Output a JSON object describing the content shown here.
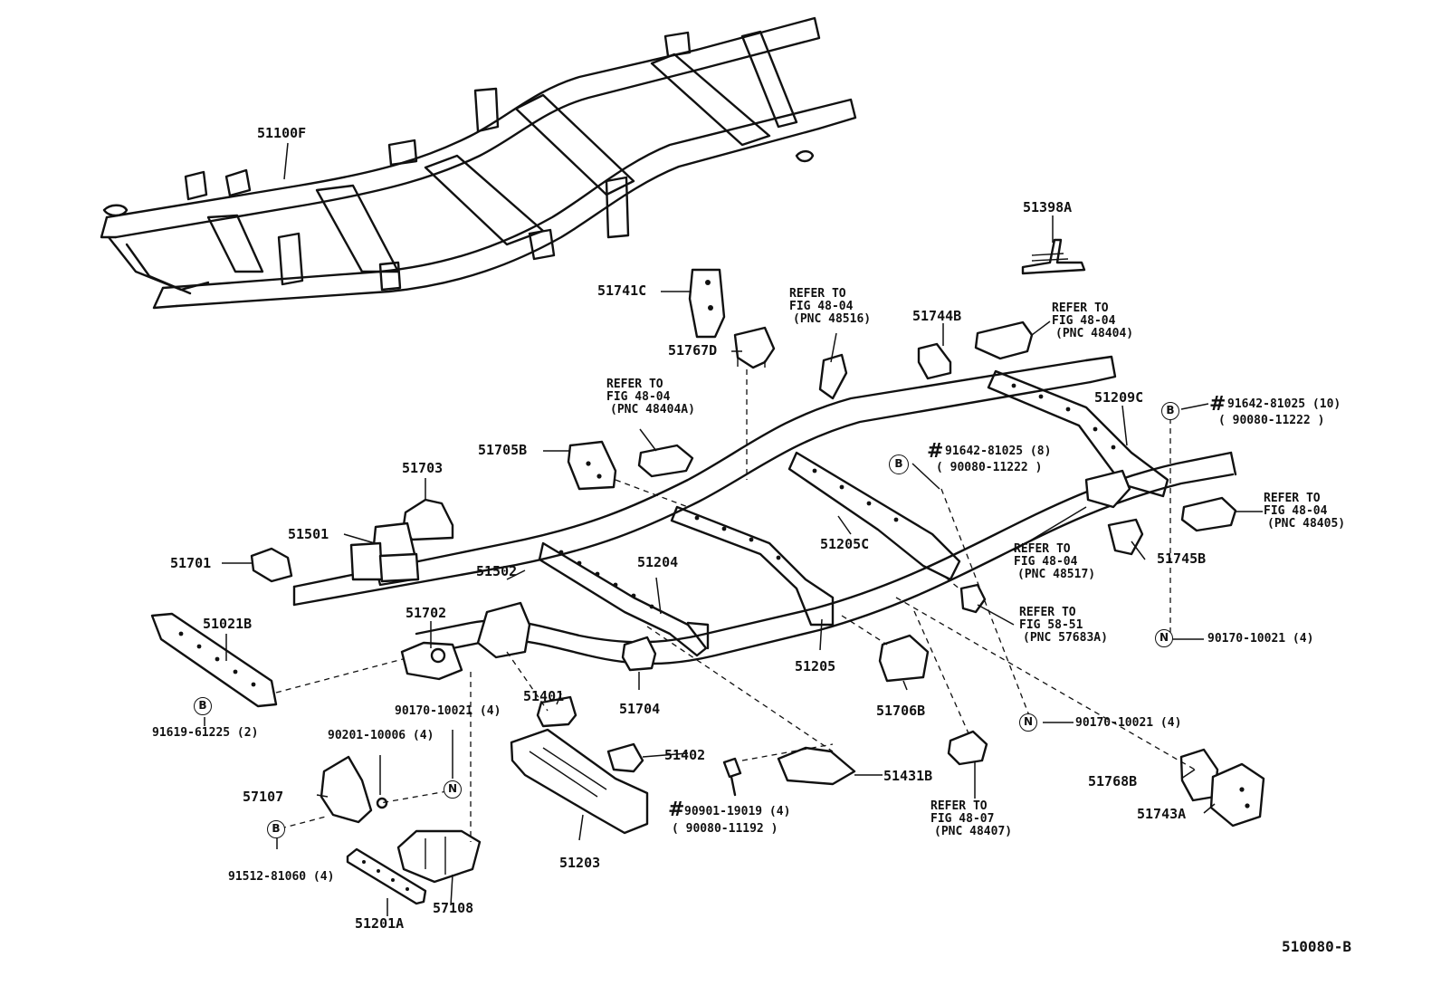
{
  "diagram_code": "510080-B",
  "markers": {
    "b": "B",
    "n": "N",
    "hash": "#"
  },
  "parts": {
    "p51100F": "51100F",
    "p51398A": "51398A",
    "p51741C": "51741C",
    "p51767D": "51767D",
    "p51744B": "51744B",
    "p51209C": "51209C",
    "p51705B": "51705B",
    "p51703": "51703",
    "p51501": "51501",
    "p51701": "51701",
    "p51502": "51502",
    "p51204": "51204",
    "p51205C": "51205C",
    "p51021B": "51021B",
    "p51702": "51702",
    "p51205": "51205",
    "p51745B": "51745B",
    "p51401": "51401",
    "p51704": "51704",
    "p51706B": "51706B",
    "p51402": "51402",
    "p51431B": "51431B",
    "p57107": "57107",
    "p51203": "51203",
    "p51768B": "51768B",
    "p51743A": "51743A",
    "p57108": "57108",
    "p51201A": "51201A"
  },
  "fasteners": {
    "f91642_10": "91642-81025 (10)",
    "f90080_11222_a": "( 90080-11222 )",
    "f91642_8": "91642-81025 (8)",
    "f90080_11222_b": "( 90080-11222 )",
    "f90170_right": "90170-10021 (4)",
    "f90170_mid": "90170-10021 (4)",
    "f90170_left": "90170-10021 (4)",
    "f90201": "90201-10006 (4)",
    "f91619": "91619-61225 (2)",
    "f90901": "90901-19019 (4)",
    "f90080_11192": "( 90080-11192 )",
    "f91512": "91512-81060 (4)"
  },
  "refs": {
    "r48516": [
      "REFER TO",
      "FIG 48-04",
      "(PNC 48516)"
    ],
    "r48404": [
      "REFER TO",
      "FIG 48-04",
      "(PNC 48404)"
    ],
    "r48404A": [
      "REFER TO",
      "FIG 48-04",
      "(PNC 48404A)"
    ],
    "r48405": [
      "REFER TO",
      "FIG 48-04",
      "(PNC 48405)"
    ],
    "r48517": [
      "REFER TO",
      "FIG 48-04",
      "(PNC 48517)"
    ],
    "r57683A": [
      "REFER TO",
      "FIG 58-51",
      "(PNC 57683A)"
    ],
    "r48407": [
      "REFER TO",
      "FIG 48-07",
      "(PNC 48407)"
    ]
  }
}
